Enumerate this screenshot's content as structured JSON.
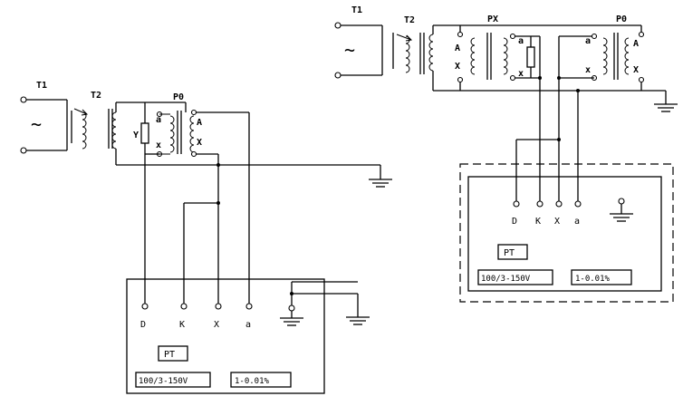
{
  "left_circuit": {
    "t1": "T1",
    "t2": "T2",
    "p0": "P0",
    "tilde": "~",
    "y": "Y",
    "p0_A": "A",
    "p0_X": "X",
    "p0_a": "a",
    "p0_x": "x",
    "terminals": [
      "D",
      "K",
      "X",
      "a"
    ],
    "pt_label": "PT",
    "range": "100/3-150V",
    "accuracy": "1-0.01%"
  },
  "right_circuit": {
    "t1": "T1",
    "t2": "T2",
    "px": "PX",
    "p0": "P0",
    "tilde": "~",
    "px_A": "A",
    "px_X": "X",
    "px_a": "a",
    "px_x": "x",
    "p0_a": "a",
    "p0_x": "x",
    "p0_A": "A",
    "p0_X": "X",
    "terminals": [
      "D",
      "K",
      "X",
      "a"
    ],
    "pt_label": "PT",
    "range": "100/3-150V",
    "accuracy": "1-0.01%"
  }
}
